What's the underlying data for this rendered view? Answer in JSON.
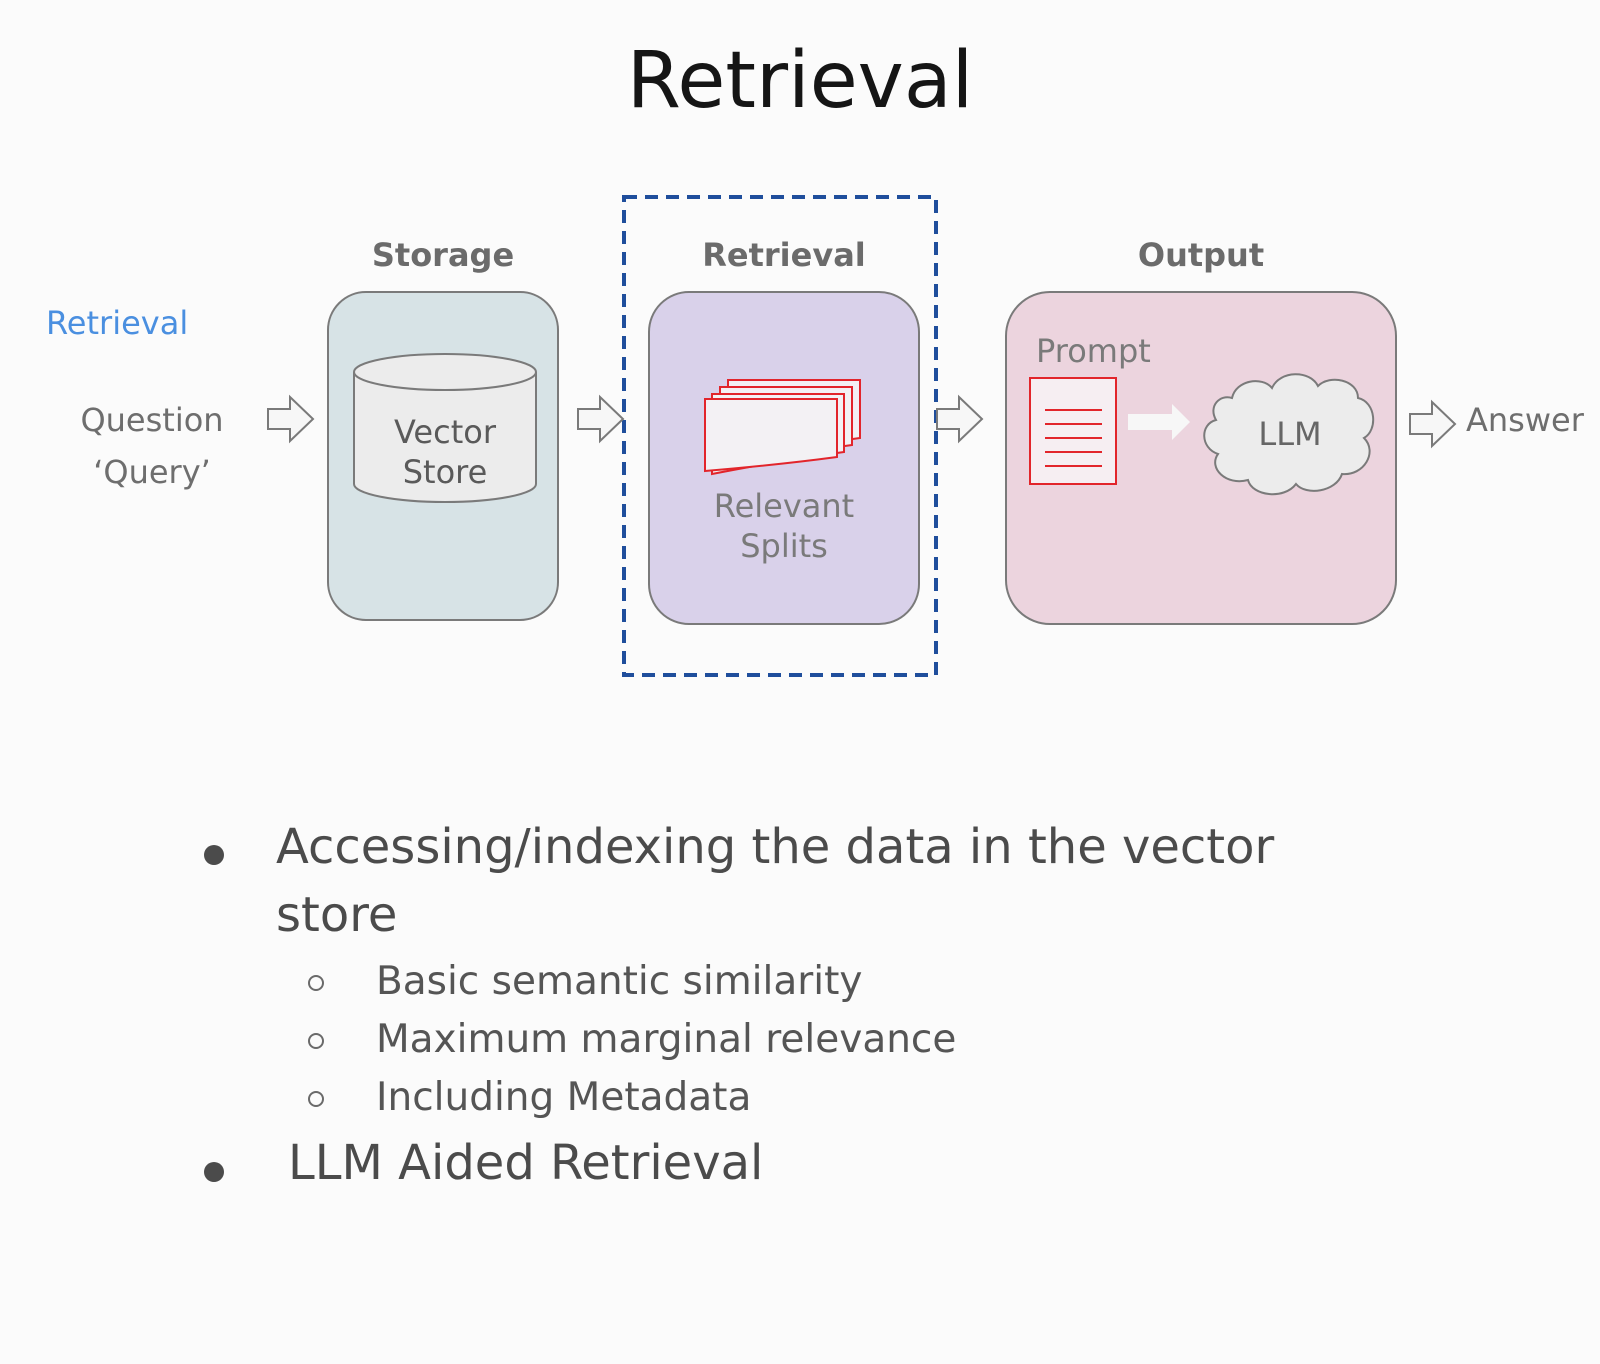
{
  "title": "Retrieval",
  "diagram": {
    "side_label": "Retrieval",
    "question_label_line1": "Question",
    "question_label_line2": "‘Query’",
    "storage_title": "Storage",
    "retrieval_title": "Retrieval",
    "output_title": "Output",
    "vector_store_line1": "Vector",
    "vector_store_line2": "Store",
    "relevant_splits_line1": "Relevant",
    "relevant_splits_line2": "Splits",
    "prompt_label": "Prompt",
    "llm_label": "LLM",
    "answer_label": "Answer",
    "colors": {
      "storage_fill": "#d7e3e6",
      "retrieval_fill": "#d9d1ea",
      "output_fill": "#ecd4de",
      "highlight_border": "#1f4e9c",
      "doc_red": "#e2252b",
      "side_label_blue": "#4a8fe0"
    }
  },
  "bullets": [
    {
      "text_line1": "Accessing/indexing the data in the vector",
      "text_line2": "store",
      "sub_items": [
        "Basic semantic similarity",
        "Maximum marginal relevance",
        "Including Metadata"
      ]
    },
    {
      "text_line1": "LLM Aided Retrieval"
    }
  ]
}
